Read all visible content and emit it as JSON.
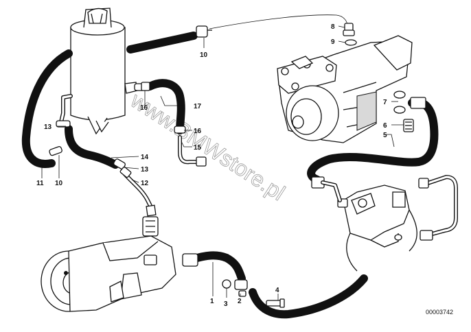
{
  "watermark": "www.BMWstore.pl",
  "drawing_number": "00003742",
  "callouts": {
    "c1": "1",
    "c2": "2",
    "c3": "3",
    "c4": "4",
    "c5": "5",
    "c6": "6",
    "c7": "7",
    "c8": "8",
    "c9": "9",
    "c10a": "10",
    "c10b": "10",
    "c11": "11",
    "c12": "12",
    "c13a": "13",
    "c13b": "13",
    "c14": "14",
    "c15": "15",
    "c16a": "16",
    "c16b": "16",
    "c17": "17"
  }
}
